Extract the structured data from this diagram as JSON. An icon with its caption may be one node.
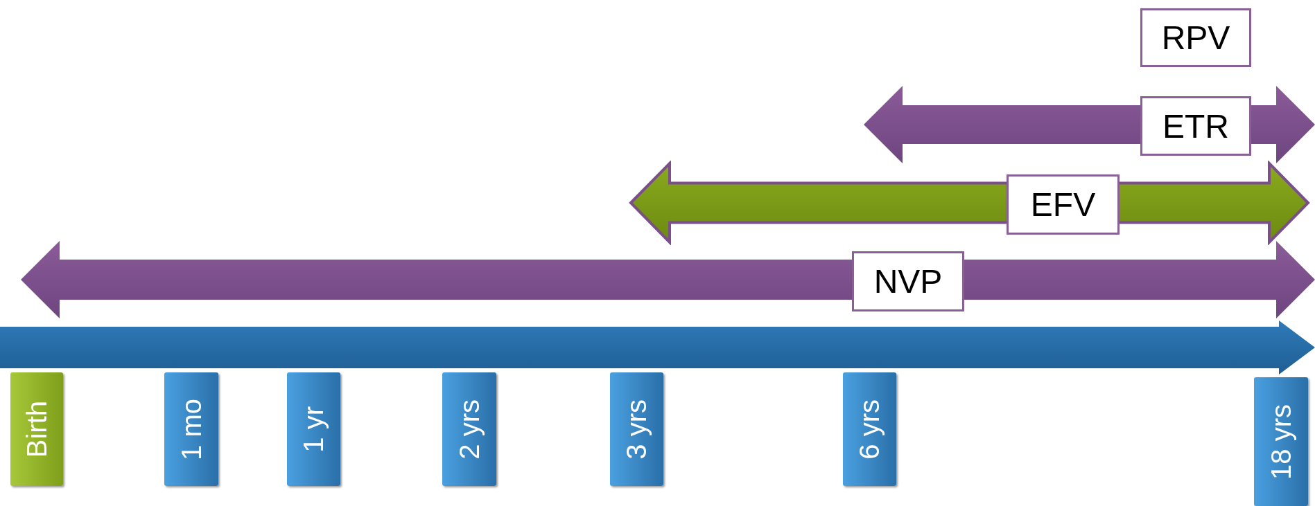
{
  "diagram": {
    "nodes": [
      {
        "text": [
          "RPV"
        ]
      },
      {
        "text": [
          "ETR"
        ]
      },
      {
        "text": [
          "EFV"
        ]
      },
      {
        "text": [
          "NVP"
        ]
      },
      {
        "text": [],
        "shape": "bar"
      },
      {
        "text": [
          "Birth"
        ]
      },
      {
        "text": [
          "1 mo"
        ]
      },
      {
        "text": [
          "1 yr"
        ]
      },
      {
        "text": [
          "2 yrs"
        ]
      },
      {
        "text": [
          "3 yrs"
        ]
      },
      {
        "text": [
          "6 yrs"
        ]
      },
      {
        "text": [
          "18 yrs"
        ]
      }
    ],
    "edges": []
  }
}
